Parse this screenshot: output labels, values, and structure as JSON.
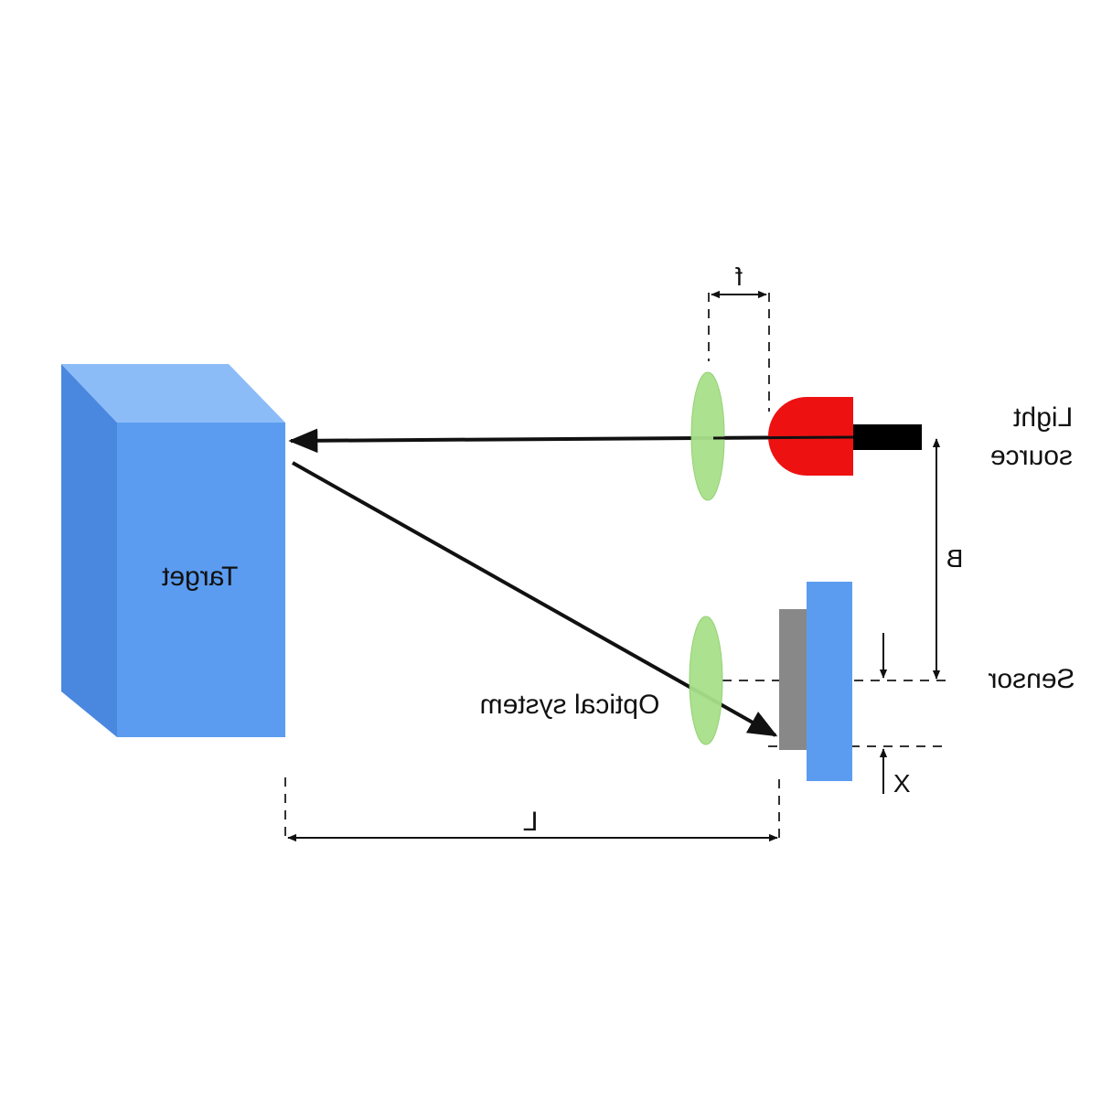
{
  "labels": {
    "target": "Target",
    "light_source_line1": "Light",
    "light_source_line2": "source",
    "sensor": "Sensor",
    "optical_system": "Optical system",
    "f": "f",
    "B": "B",
    "X": "X",
    "L": "L"
  },
  "colors": {
    "target_front": "#5b9cf0",
    "target_side": "#4a88e0",
    "target_top": "#8cbcf8",
    "lens": "#a8e08a",
    "lens_edge": "#8fd06e",
    "light_source": "#ee1111",
    "light_source_cable": "#000000",
    "sensor_plate": "#5b9cf0",
    "sensor_mount": "#888888",
    "ray": "#111111"
  },
  "rendering": {
    "text_mirrored": true
  }
}
